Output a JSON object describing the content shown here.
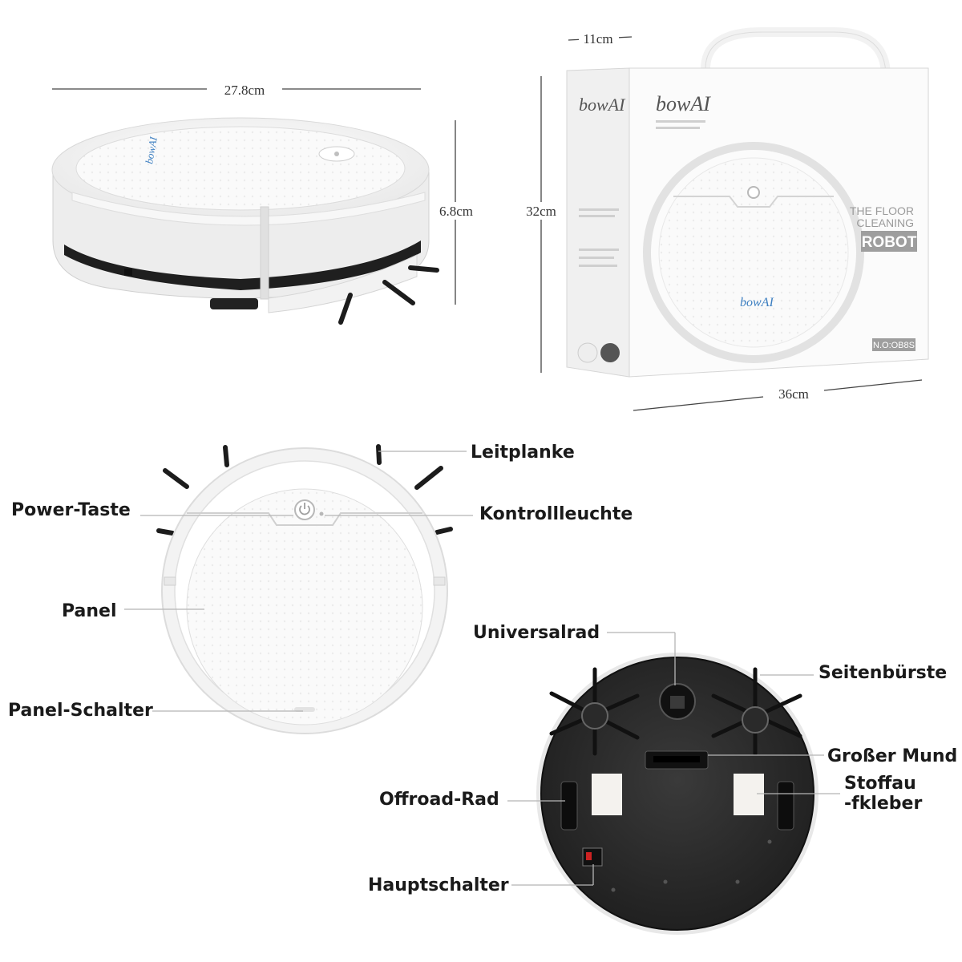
{
  "dimensions": {
    "robot_width": "27.8cm",
    "robot_height": "6.8cm",
    "box_depth": "11cm",
    "box_height": "32cm",
    "box_width": "36cm"
  },
  "box": {
    "tagline_line1": "THE FLOOR",
    "tagline_line2": "CLEANING",
    "tagline_line3": "ROBOT",
    "model": "N.O:OB8S"
  },
  "brand": {
    "logo_text": "bowAI"
  },
  "top_labels": {
    "guardrail": "Leitplanke",
    "power_button": "Power-Taste",
    "indicator": "Kontrollleuchte",
    "panel": "Panel",
    "panel_switch": "Panel-Schalter"
  },
  "bottom_labels": {
    "universal_wheel": "Universalrad",
    "side_brush": "Seitenbürste",
    "big_mouth": "Großer Mund",
    "cloth_sticker_line1": "Stoffau",
    "cloth_sticker_line2": "-fkleber",
    "offroad_wheel": "Offroad-Rad",
    "main_switch": "Hauptschalter"
  },
  "colors": {
    "robot_body": "#f4f4f4",
    "robot_bottom": "#2b2b2b",
    "brush": "#1c1c1c",
    "logo": "#3d7fc1",
    "text": "#1a1a1a",
    "leader_line": "#b5b5b5"
  }
}
